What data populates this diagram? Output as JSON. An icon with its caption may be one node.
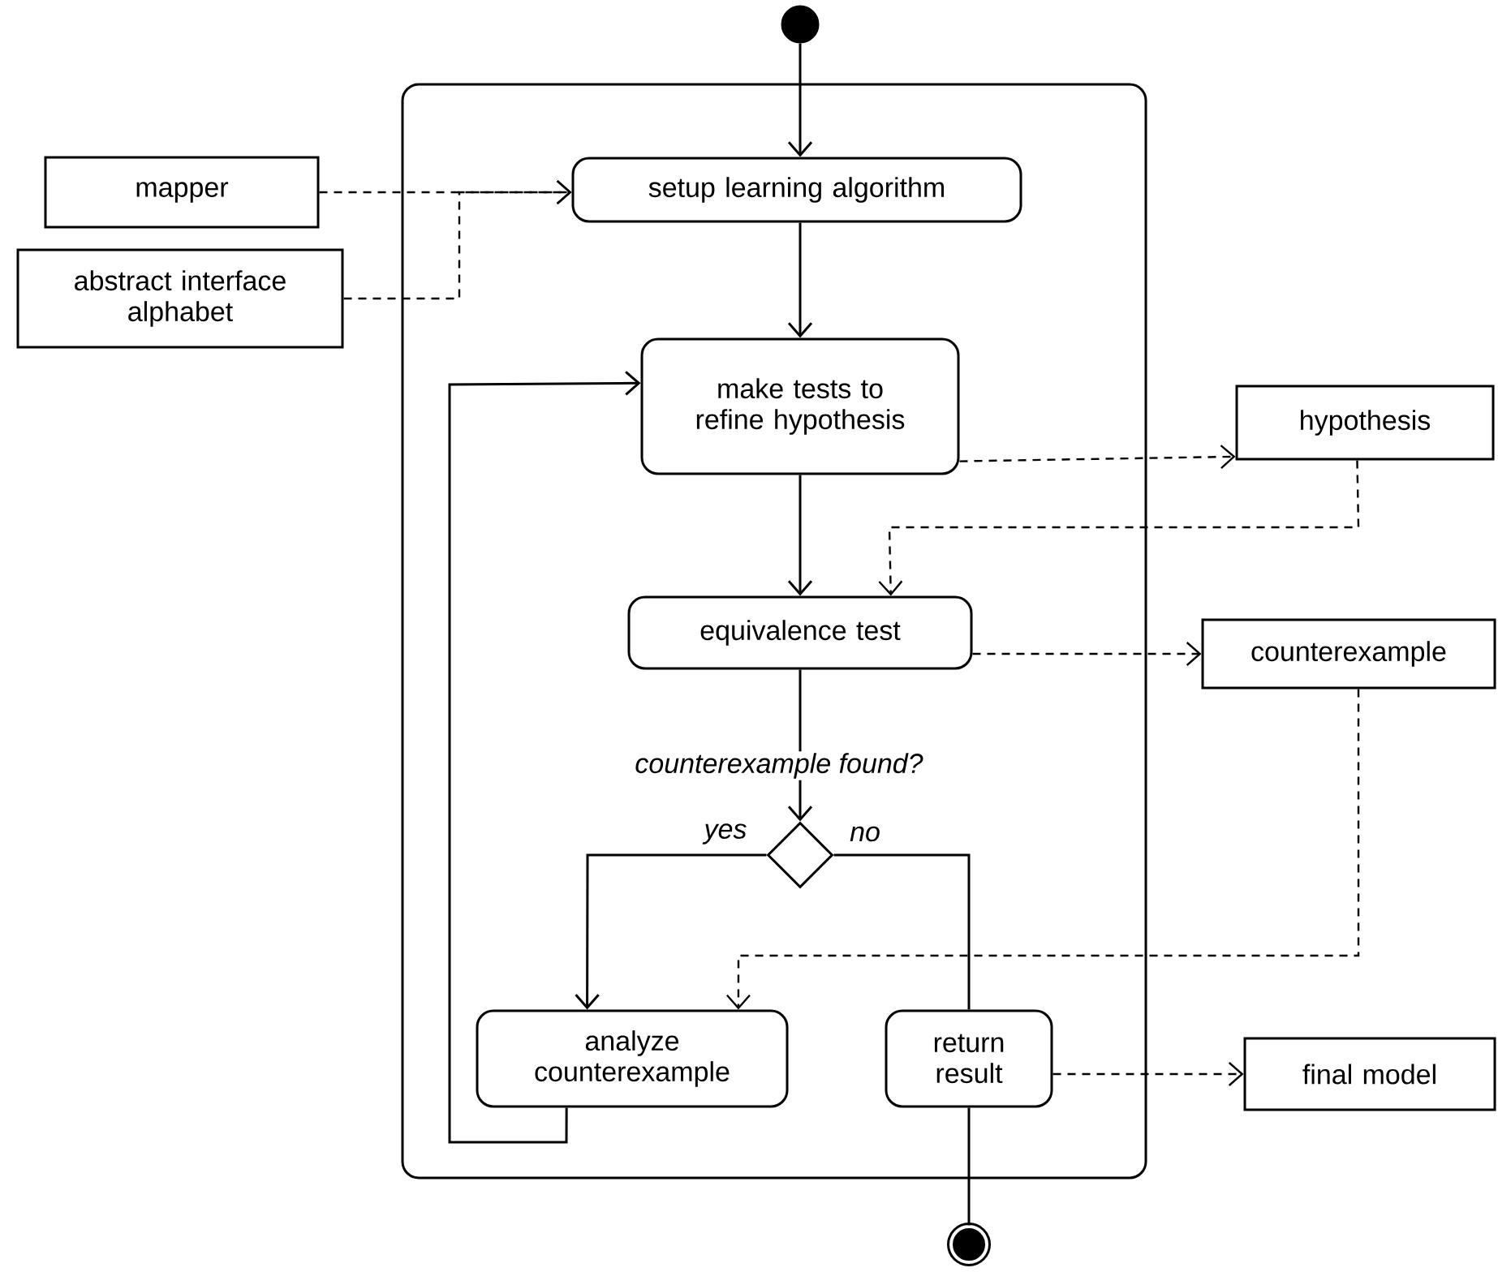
{
  "diagram": {
    "nodes": [
      {
        "text": [],
        "shape": "circle"
      },
      {
        "text": [],
        "shape": "box"
      },
      {
        "text": [
          "setup learning algorithm"
        ],
        "in": 1
      },
      {
        "text": [
          "make tests to refine hypothesis"
        ],
        "in": 1
      },
      {
        "text": [
          "equivalence test"
        ],
        "in": 1
      },
      {
        "text": [],
        "shape": "diamond",
        "in": 1
      },
      {
        "text": [
          "analyze counterexample"
        ],
        "in": 1
      },
      {
        "text": [
          "return result"
        ],
        "in": 1
      },
      {
        "text": [],
        "shape": "bullseye"
      },
      {
        "text": [
          "mapper"
        ]
      },
      {
        "text": [
          "abstract interface alphabet"
        ]
      },
      {
        "text": [
          "hypothesis"
        ]
      },
      {
        "text": [
          "counterexample"
        ]
      },
      {
        "text": [
          "final model"
        ]
      }
    ],
    "edges": [
      {
        "from": 0,
        "to": 2,
        "arrow": "to"
      },
      {
        "from": 2,
        "to": 3,
        "arrow": "to"
      },
      {
        "from": 3,
        "to": 4,
        "arrow": "to"
      },
      {
        "from": 4,
        "to": 5,
        "arrow": "to",
        "label": "counterexample found?"
      },
      {
        "from": 5,
        "to": 6,
        "arrow": "to",
        "label": "yes"
      },
      {
        "from": 5,
        "to": 7,
        "arrow": "none",
        "label": "no"
      },
      {
        "from": 7,
        "to": 8,
        "arrow": "none"
      },
      {
        "from": 6,
        "to": 3,
        "arrow": "to"
      },
      {
        "from": 9,
        "to": 2,
        "arrow": "to",
        "style": "dashed"
      },
      {
        "from": 10,
        "to": 2,
        "arrow": "to",
        "style": "dashed"
      },
      {
        "from": 3,
        "to": 11,
        "arrow": "to",
        "style": "dashed"
      },
      {
        "from": 11,
        "to": 4,
        "arrow": "to",
        "style": "dashed"
      },
      {
        "from": 4,
        "to": 12,
        "arrow": "to",
        "style": "dashed"
      },
      {
        "from": 12,
        "to": 6,
        "arrow": "to",
        "style": "dashed"
      },
      {
        "from": 7,
        "to": 13,
        "arrow": "to",
        "style": "dashed"
      }
    ]
  }
}
